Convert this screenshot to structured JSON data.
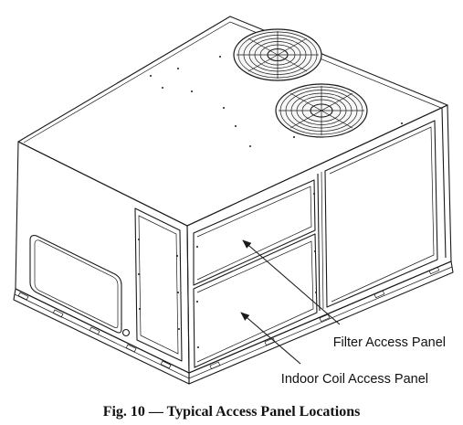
{
  "figure": {
    "caption": "Fig. 10 — Typical Access Panel Locations",
    "callouts": [
      {
        "label": "Filter Access Panel"
      },
      {
        "label": "Indoor Coil Access Panel"
      }
    ]
  },
  "colors": {
    "line": "#1a1a1a",
    "background": "#ffffff",
    "fan_fill": "#f7f7f7"
  },
  "icons": [
    "condenser-fan-icon",
    "arrow-icon"
  ]
}
